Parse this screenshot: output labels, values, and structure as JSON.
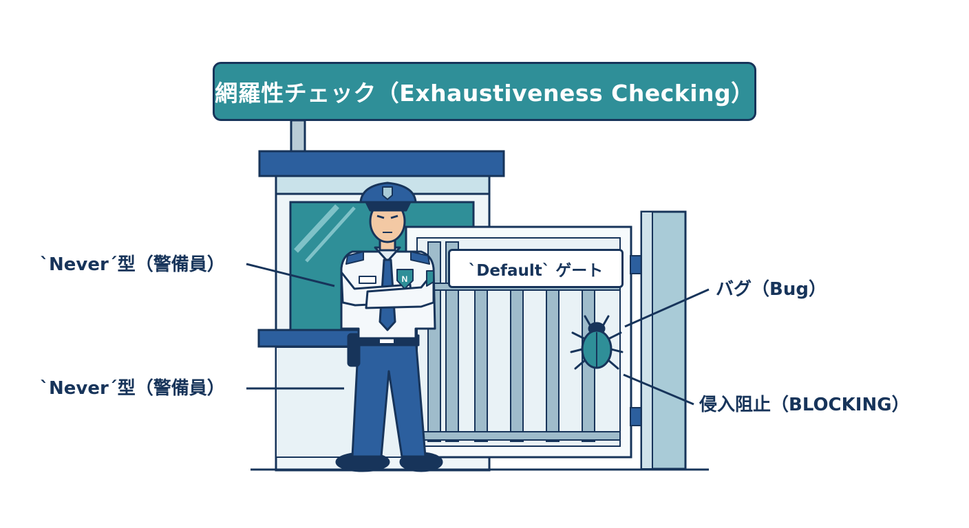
{
  "banner": {
    "title": "網羅性チェック（Exhaustiveness Checking）"
  },
  "gate_sign": {
    "label": "`Default` ゲート"
  },
  "guard_badge": {
    "letter": "N"
  },
  "callouts": {
    "never_guard_top": "`Never´型（警備員）",
    "never_guard_bottom": "`Never´型（警備員）",
    "bug": "バグ（Bug）",
    "blocking": "侵入阻止（BLOCKING）"
  },
  "colors": {
    "navy": "#17345a",
    "teal": "#2f8f98",
    "blue": "#2c5f9e",
    "light_blue": "#dbe9ef"
  }
}
